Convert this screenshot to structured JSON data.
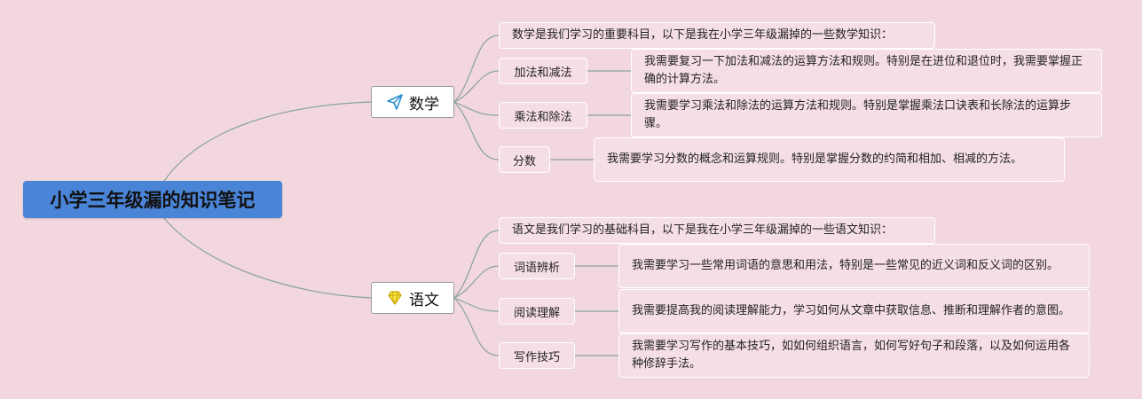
{
  "root": {
    "title": "小学三年级漏的知识笔记"
  },
  "math": {
    "label": "数学",
    "icon": "paper-plane-icon",
    "intro": "数学是我们学习的重要科目，以下是我在小学三年级漏掉的一些数学知识：",
    "items": [
      {
        "label": "加法和减法",
        "desc": "我需要复习一下加法和减法的运算方法和规则。特别是在进位和退位时，我需要掌握正确的计算方法。"
      },
      {
        "label": "乘法和除法",
        "desc": "我需要学习乘法和除法的运算方法和规则。特别是掌握乘法口诀表和长除法的运算步骤。"
      },
      {
        "label": "分数",
        "desc": "我需要学习分数的概念和运算规则。特别是掌握分数的约简和相加、相减的方法。"
      }
    ]
  },
  "chinese": {
    "label": "语文",
    "icon": "diamond-icon",
    "intro": "语文是我们学习的基础科目，以下是我在小学三年级漏掉的一些语文知识：",
    "items": [
      {
        "label": "词语辨析",
        "desc": "我需要学习一些常用词语的意思和用法，特别是一些常见的近义词和反义词的区别。"
      },
      {
        "label": "阅读理解",
        "desc": "我需要提高我的阅读理解能力，学习如何从文章中获取信息、推断和理解作者的意图。"
      },
      {
        "label": "写作技巧",
        "desc": "我需要学习写作的基本技巧，如如何组织语言，如何写好句子和段落，以及如何运用各种修辞手法。"
      }
    ]
  },
  "colors": {
    "background": "#f2d7de",
    "root_fill": "#4a84d6",
    "connector": "#8aa39a",
    "box_border": "#ffffff"
  }
}
